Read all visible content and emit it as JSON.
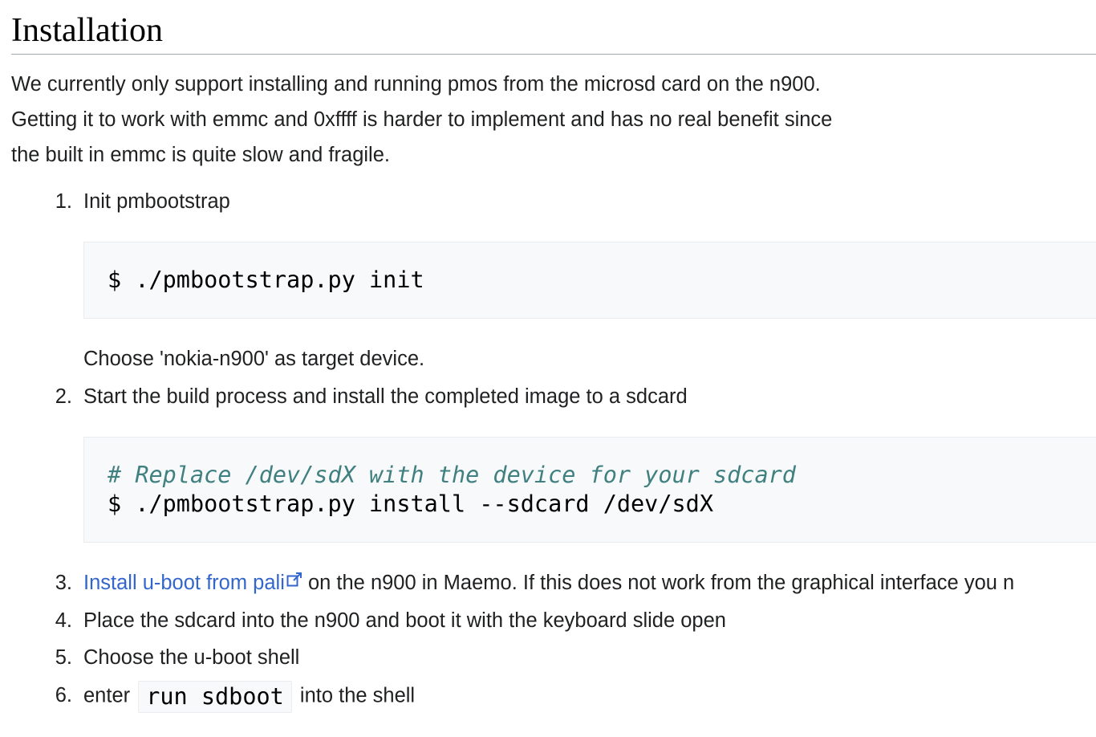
{
  "section": {
    "title": "Installation"
  },
  "intro": {
    "lines": [
      "We currently only support installing and running pmos from the microsd card on the n900.",
      "Getting it to work with emmc and 0xffff is harder to implement and has no real benefit since",
      "the built in emmc is quite slow and fragile."
    ]
  },
  "steps": {
    "s1": {
      "num": "1.",
      "text": "Init pmbootstrap",
      "code": "$ ./pmbootstrap.py init",
      "note": "Choose 'nokia-n900' as target device."
    },
    "s2": {
      "num": "2.",
      "text": "Start the build process and install the completed image to a sdcard",
      "code_comment": "# Replace /dev/sdX with the device for your sdcard",
      "code": "$ ./pmbootstrap.py install --sdcard /dev/sdX"
    },
    "s3": {
      "num": "3.",
      "link": "Install u-boot from pali",
      "icon": "external-link-icon",
      "text": " on the n900 in Maemo. If this does not work from the graphical interface you n"
    },
    "s4": {
      "num": "4.",
      "text": "Place the sdcard into the n900 and boot it with the keyboard slide open"
    },
    "s5": {
      "num": "5.",
      "text": "Choose the u-boot shell"
    },
    "s6": {
      "num": "6.",
      "text_before": "enter",
      "code": "run sdboot",
      "text_after": "into the shell"
    }
  },
  "colors": {
    "link": "#3366cc",
    "code_background": "#f8f9fa",
    "code_border": "#eaecf0",
    "code_comment": "#408080",
    "heading_rule": "#a2a9b1"
  }
}
